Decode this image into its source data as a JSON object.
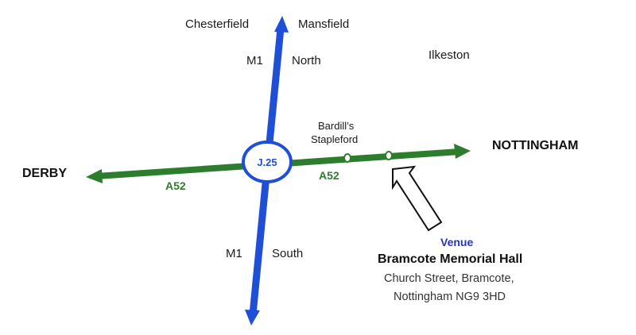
{
  "places": {
    "chesterfield": "Chesterfield",
    "mansfield": "Mansfield",
    "ilkeston": "Ilkeston",
    "derby": "DERBY",
    "nottingham": "NOTTINGHAM",
    "bardills": "Bardill’s",
    "stapleford": "Stapleford"
  },
  "roads": {
    "m1_north_name": "M1",
    "m1_north_dir": "North",
    "m1_south_name": "M1",
    "m1_south_dir": "South",
    "a52_west": "A52",
    "a52_east": "A52",
    "junction": "J.25"
  },
  "venue": {
    "tag": "Venue",
    "name": "Bramcote Memorial Hall",
    "address_line1": "Church Street, Bramcote,",
    "address_line2": "Nottingham  NG9 3HD"
  },
  "colors": {
    "motorway": "#1f4fd6",
    "a_road": "#2e7d2e",
    "venue_tag": "#2233cc"
  },
  "icons": {
    "pointer": "venue-pointer-arrow-icon",
    "junction": "junction-circle-icon",
    "markers": "road-stop-marker-icon"
  }
}
